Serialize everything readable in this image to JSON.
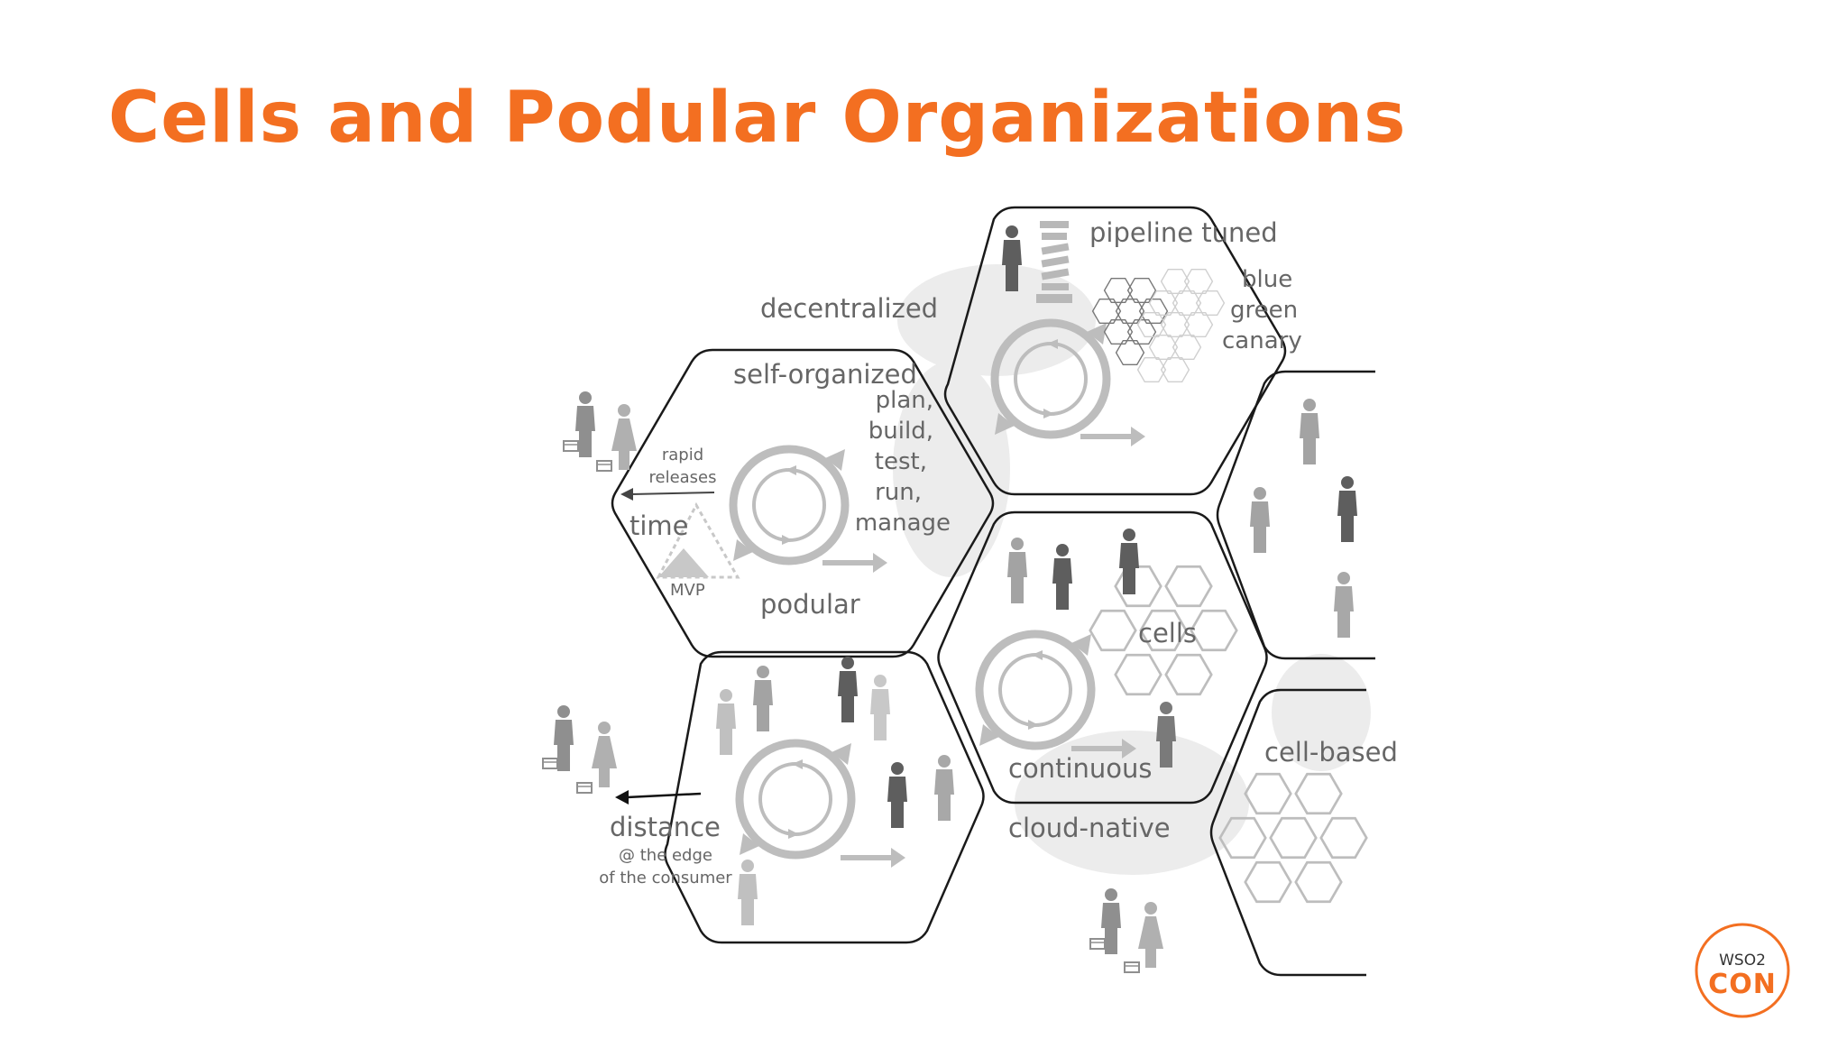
{
  "slide": {
    "title": "Cells and Podular Organizations"
  },
  "diagram": {
    "labels": {
      "decentralized": "decentralized",
      "self_organized": "self-organized",
      "plan": "plan,",
      "build": "build,",
      "test": "test,",
      "run": "run,",
      "manage": "manage",
      "podular": "podular",
      "rapid": "rapid",
      "releases": "releases",
      "time": "time",
      "mvp": "MVP",
      "pipeline_tuned": "pipeline tuned",
      "blue": "blue",
      "green": "green",
      "canary": "canary",
      "cells": "cells",
      "continuous": "continuous",
      "cloud_native": "cloud-native",
      "cell_based": "cell-based",
      "distance": "distance",
      "edge_1": "@ the edge",
      "edge_2": "of the consumer"
    }
  },
  "logo": {
    "top_text": "WSO2",
    "bottom_text": "CON"
  },
  "colors": {
    "accent": "#f36f21",
    "label": "#666666",
    "outline": "#1a1a1a",
    "figure_dark": "#5e5e5e",
    "figure_mid": "#a3a3a3",
    "figure_light": "#c8c8c8",
    "cloud": "#ececec"
  }
}
